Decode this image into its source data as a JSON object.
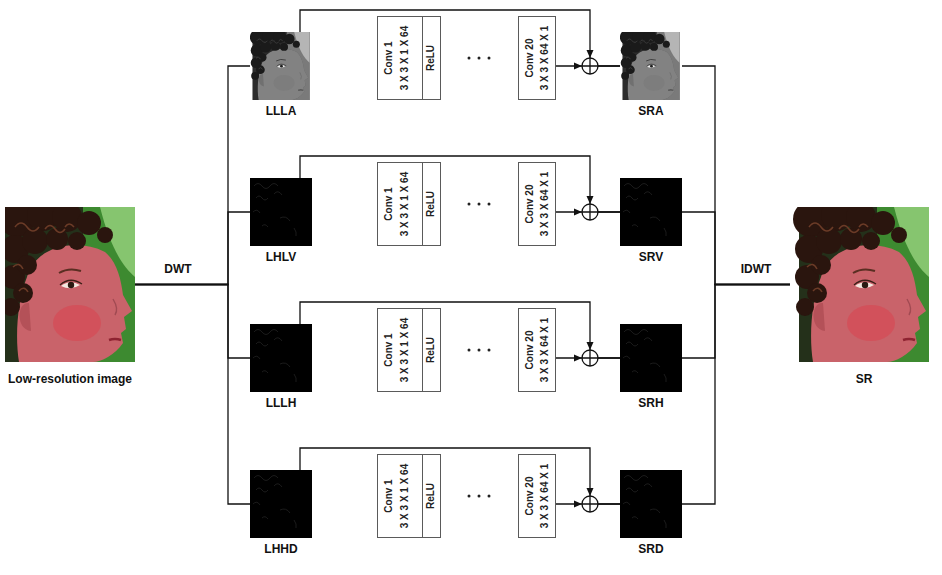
{
  "diagram": {
    "nodes": [
      {
        "text": [
          "Low-resolution image"
        ]
      },
      {
        "text": [
          "LLLA"
        ]
      },
      {
        "text": [
          "Conv 1",
          "3 X 3 X 1 X 64",
          "ReLU"
        ]
      },
      {
        "text": [
          "Conv 20",
          "3 X 3 X 64 X 1"
        ]
      },
      {
        "text": [
          "SRA"
        ]
      },
      {
        "text": [
          "LHLV"
        ]
      },
      {
        "text": [
          "Conv 1",
          "3 X 3 X 1 X 64",
          "ReLU"
        ]
      },
      {
        "text": [
          "Conv 20",
          "3 X 3 X 64 X 1"
        ]
      },
      {
        "text": [
          "SRV"
        ]
      },
      {
        "text": [
          "LLLH"
        ]
      },
      {
        "text": [
          "Conv 1",
          "3 X 3 X 1 X 64",
          "ReLU"
        ]
      },
      {
        "text": [
          "Conv 20",
          "3 X 3 X 64 X 1"
        ]
      },
      {
        "text": [
          "SRH"
        ]
      },
      {
        "text": [
          "LHHD"
        ]
      },
      {
        "text": [
          "Conv 1",
          "3 X 3 X 1 X 64",
          "ReLU"
        ]
      },
      {
        "text": [
          "Conv 20",
          "3 X 3 X 64 X 1"
        ]
      },
      {
        "text": [
          "SRD"
        ]
      },
      {
        "text": [
          "SR"
        ]
      }
    ],
    "edges": [
      {
        "from": 0,
        "to": 1,
        "arrow": "none"
      },
      {
        "from": 0,
        "to": 5,
        "arrow": "none"
      },
      {
        "from": 0,
        "to": 9,
        "arrow": "none"
      },
      {
        "from": 0,
        "to": 13,
        "arrow": "none"
      },
      {
        "from": 1,
        "to": 4,
        "arrow": "to"
      },
      {
        "from": 3,
        "to": 4,
        "arrow": "to"
      },
      {
        "from": 5,
        "to": 8,
        "arrow": "to"
      },
      {
        "from": 7,
        "to": 8,
        "arrow": "to"
      },
      {
        "from": 9,
        "to": 12,
        "arrow": "to"
      },
      {
        "from": 11,
        "to": 12,
        "arrow": "to"
      },
      {
        "from": 13,
        "to": 16,
        "arrow": "to"
      },
      {
        "from": 15,
        "to": 16,
        "arrow": "to"
      },
      {
        "from": 4,
        "to": 17,
        "arrow": "none"
      },
      {
        "from": 8,
        "to": 17,
        "arrow": "none"
      },
      {
        "from": 12,
        "to": 17,
        "arrow": "none"
      },
      {
        "from": 16,
        "to": 17,
        "arrow": "none"
      }
    ],
    "labels": [
      "DWT",
      "IDWT"
    ]
  }
}
